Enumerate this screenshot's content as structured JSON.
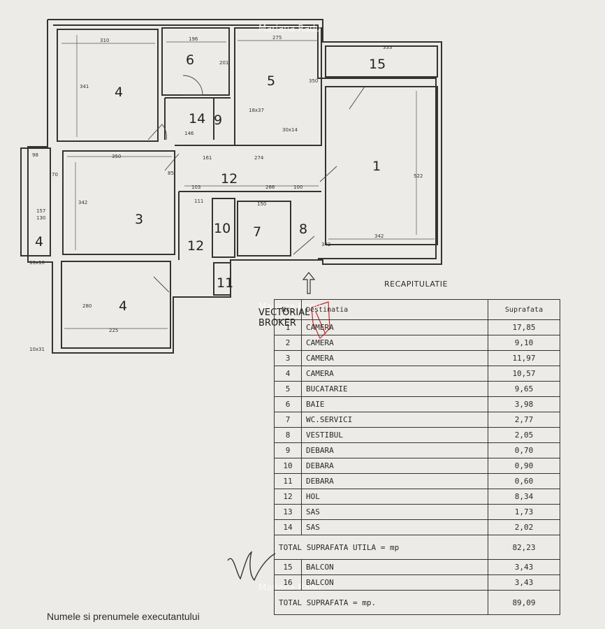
{
  "rooms": [
    {
      "n": "1"
    },
    {
      "n": "3"
    },
    {
      "n": "4"
    },
    {
      "n": "4"
    },
    {
      "n": "4"
    },
    {
      "n": "5"
    },
    {
      "n": "6"
    },
    {
      "n": "7"
    },
    {
      "n": "8"
    },
    {
      "n": "9"
    },
    {
      "n": "10"
    },
    {
      "n": "11"
    },
    {
      "n": "12"
    },
    {
      "n": "12"
    },
    {
      "n": "14"
    },
    {
      "n": "15"
    }
  ],
  "dims": [
    "310",
    "196",
    "275",
    "333",
    "341",
    "201",
    "350",
    "98",
    "350",
    "342",
    "157",
    "130",
    "342",
    "103",
    "266",
    "100",
    "111",
    "150",
    "522",
    "342",
    "225",
    "280",
    "274",
    "161",
    "146",
    "30x14",
    "18x37",
    "10x10",
    "10x31",
    "70",
    "85"
  ],
  "watermarks": [
    "Mariana Radu",
    "Mariana Radu",
    "Mariana Radu"
  ],
  "recap_title": "RECAPITULATIE",
  "vectorial": {
    "line1": "VECTORIAL",
    "line2": "BROKER"
  },
  "table": {
    "headers": {
      "no": "Nr.",
      "dest": "Destinatia",
      "surf": "Suprafata"
    },
    "rows": [
      {
        "nr": "1",
        "dest": "CAMERA",
        "surf": "17,85"
      },
      {
        "nr": "2",
        "dest": "CAMERA",
        "surf": "9,10"
      },
      {
        "nr": "3",
        "dest": "CAMERA",
        "surf": "11,97"
      },
      {
        "nr": "4",
        "dest": "CAMERA",
        "surf": "10,57"
      },
      {
        "nr": "5",
        "dest": "BUCATARIE",
        "surf": "9,65"
      },
      {
        "nr": "6",
        "dest": "BAIE",
        "surf": "3,98"
      },
      {
        "nr": "7",
        "dest": "WC.SERVICI",
        "surf": "2,77"
      },
      {
        "nr": "8",
        "dest": "VESTIBUL",
        "surf": "2,05"
      },
      {
        "nr": "9",
        "dest": "DEBARA",
        "surf": "0,70"
      },
      {
        "nr": "10",
        "dest": "DEBARA",
        "surf": "0,90"
      },
      {
        "nr": "11",
        "dest": "DEBARA",
        "surf": "0,60"
      },
      {
        "nr": "12",
        "dest": "HOL",
        "surf": "8,34"
      },
      {
        "nr": "13",
        "dest": "SAS",
        "surf": "1,73"
      },
      {
        "nr": "14",
        "dest": "SAS",
        "surf": "2,02"
      }
    ],
    "total_utila_label": "TOTAL  SUPRAFATA  UTILA  =  mp",
    "total_utila": "82,23",
    "rows2": [
      {
        "nr": "15",
        "dest": "BALCON",
        "surf": "3,43"
      },
      {
        "nr": "16",
        "dest": "BALCON",
        "surf": "3,43"
      }
    ],
    "total_label": "TOTAL  SUPRAFATA  =  mp.",
    "total": "89,09"
  },
  "footer": "Numele si prenumele executantului"
}
